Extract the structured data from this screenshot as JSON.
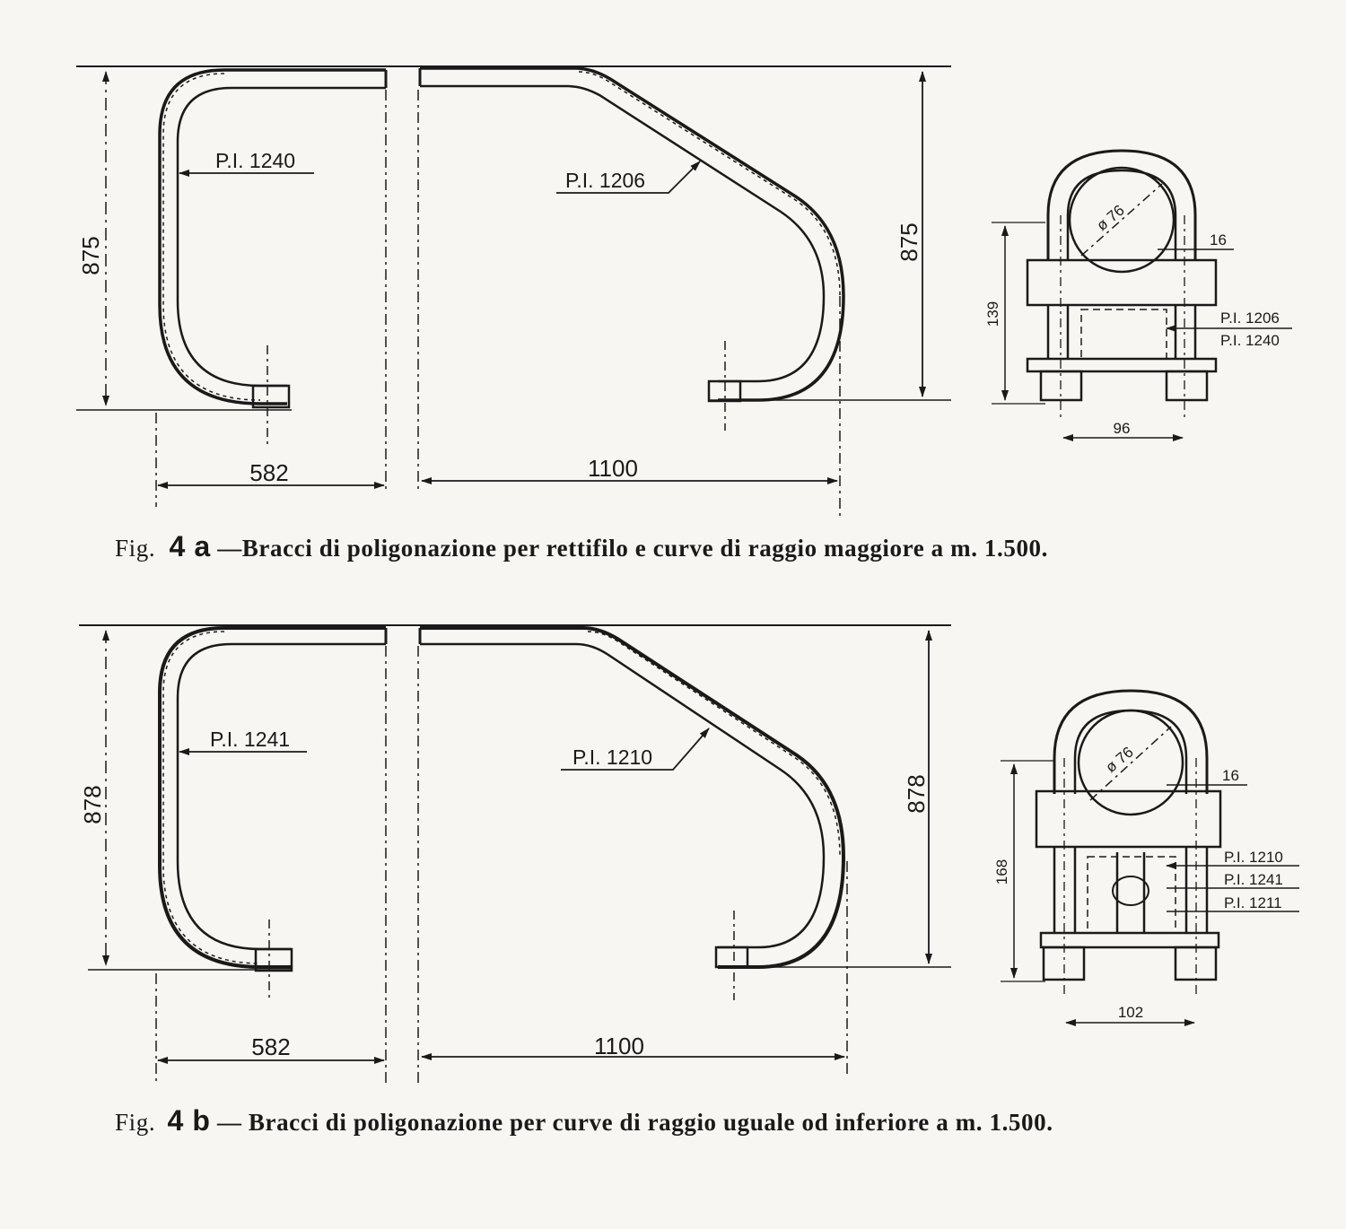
{
  "figures": [
    {
      "id": "fig-4a",
      "height_dim": "875",
      "height_dim_right": "875",
      "width_left": "582",
      "width_right": "1100",
      "label_left": "P.I. 1240",
      "label_right": "P.I. 1206",
      "clamp": {
        "diameter": "ø 76",
        "thickness": "16",
        "height": "139",
        "width": "96",
        "refs": [
          "P.I. 1206",
          "P.I. 1240"
        ]
      },
      "caption": {
        "prefix": "Fig.",
        "number": "4 a",
        "text": "—Bracci di poligonazione per rettifilo e curve di raggio maggiore a m. 1.500."
      }
    },
    {
      "id": "fig-4b",
      "height_dim": "878",
      "height_dim_right": "878",
      "width_left": "582",
      "width_right": "1100",
      "label_left": "P.I. 1241",
      "label_right": "P.I. 1210",
      "clamp": {
        "diameter": "ø 76",
        "thickness": "16",
        "height": "168",
        "width": "102",
        "refs": [
          "P.I. 1210",
          "P.I. 1241",
          "P.I. 1211"
        ]
      },
      "caption": {
        "prefix": "Fig.",
        "number": "4 b",
        "text": " — Bracci di poligonazione per curve di raggio uguale od inferiore a m. 1.500."
      }
    }
  ],
  "colors": {
    "ink": "#1a1a1a",
    "paper": "#f7f6f2"
  }
}
